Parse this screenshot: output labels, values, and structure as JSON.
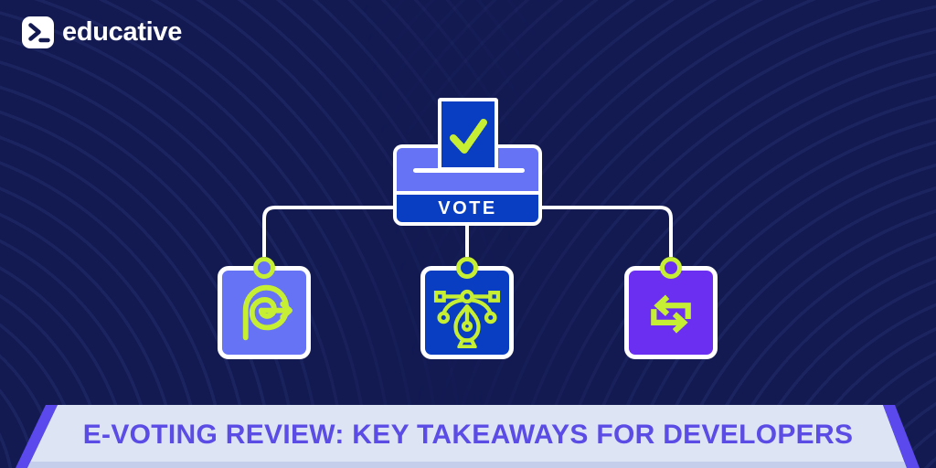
{
  "logo": {
    "brand": "educative",
    "icon": "terminal-prompt"
  },
  "diagram": {
    "ballot_label": "VOTE",
    "nodes": [
      {
        "icon": "spiral-arrow"
      },
      {
        "icon": "pen-tool"
      },
      {
        "icon": "swap-arrows"
      }
    ]
  },
  "banner": {
    "headline": "E-VOTING REVIEW: KEY TAKEAWAYS FOR DEVELOPERS"
  },
  "colors": {
    "bg": "#131a52",
    "blue": "#0a3ec2",
    "periwinkle": "#6673f5",
    "purple": "#6b2ff2",
    "lime": "#c6ee33",
    "banner-light": "#dde4f4",
    "banner-strip": "#c5cfeb",
    "banner-stripe": "#5b49ee",
    "headline": "#5b4ce6"
  }
}
